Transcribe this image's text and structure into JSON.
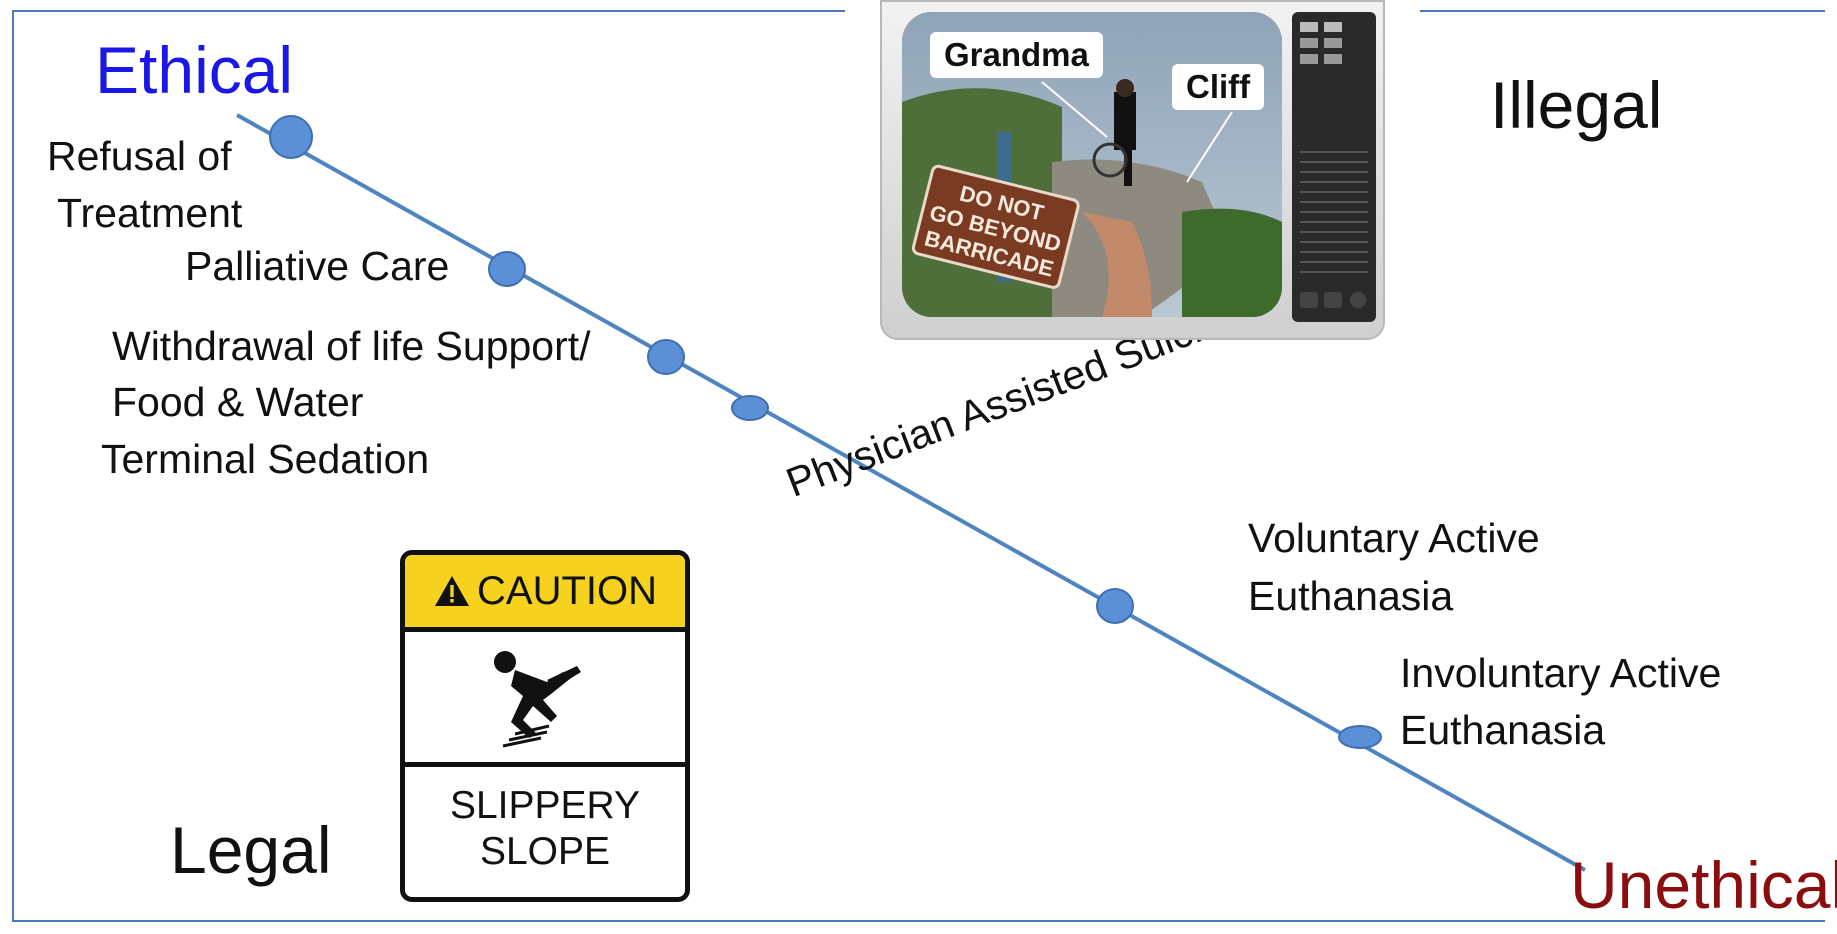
{
  "labels": {
    "ethical": "Ethical",
    "unethical": "Unethical",
    "illegal": "Illegal",
    "legal": "Legal",
    "refusal_1": "Refusal of",
    "refusal_2": "Treatment",
    "palliative": "Palliative Care",
    "withdrawal_1": "Withdrawal of life Support/",
    "withdrawal_2": "Food & Water",
    "terminal": "Terminal Sedation",
    "pas": "Physician Assisted Suicide",
    "voluntary_1": "Voluntary Active",
    "voluntary_2": "Euthanasia",
    "involuntary_1": "Involuntary  Active",
    "involuntary_2": "Euthanasia"
  },
  "sign": {
    "header": "CAUTION",
    "line1": "SLIPPERY",
    "line2": "SLOPE"
  },
  "tv": {
    "tag_grandma": "Grandma",
    "tag_cliff": "Cliff",
    "sign_1": "DO NOT",
    "sign_2": "GO BEYOND",
    "sign_3": "BARRICADE"
  },
  "colors": {
    "slope_line": "#4f83c2",
    "node_fill": "#5b8fd6",
    "ethical": "#1b17e6",
    "unethical": "#8a0e0e",
    "caution_yellow": "#f6d11d"
  }
}
